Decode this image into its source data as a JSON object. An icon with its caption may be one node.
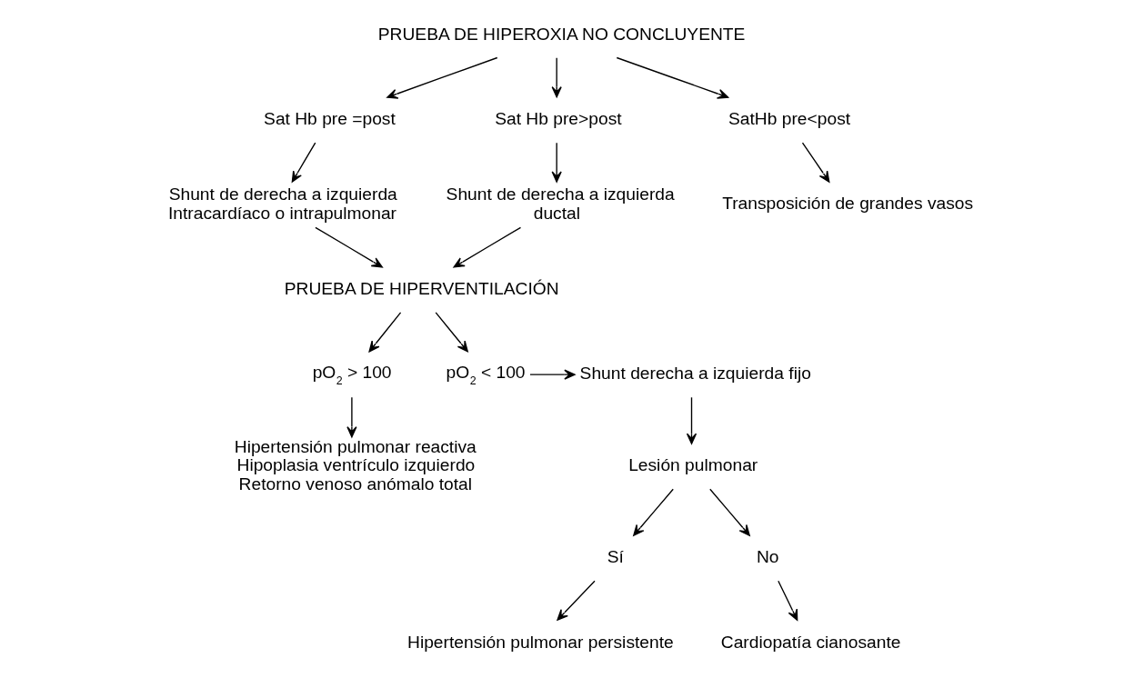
{
  "diagram": {
    "nodes": [
      {
        "text": [
          "PRUEBA DE HIPEROXIA NO CONCLUYENTE"
        ]
      },
      {
        "text": [
          "Sat Hb pre =post"
        ]
      },
      {
        "text": [
          "Sat Hb pre>post"
        ]
      },
      {
        "text": [
          "SatHb pre<post"
        ]
      },
      {
        "text": [
          "Shunt de derecha a izquierda Intracardíaco o intrapulmonar"
        ]
      },
      {
        "text": [
          "Shunt de derecha a izquierda ductal"
        ]
      },
      {
        "text": [
          "Transposición de grandes vasos"
        ]
      },
      {
        "text": [
          "PRUEBA DE HIPERVENTILACIÓN"
        ]
      },
      {
        "text": [
          "pO$_{2}$ > 100"
        ]
      },
      {
        "text": [
          "pO$_{2}$ < 100"
        ]
      },
      {
        "text": [
          "Shunt derecha a izquierda fijo"
        ]
      },
      {
        "text": [
          "Hipertensión pulmonar reactiva",
          "Hipoplasia ventrículo izquierdo",
          "Retorno venoso anómalo total"
        ]
      },
      {
        "text": [
          "Lesión pulmonar"
        ]
      },
      {
        "text": [
          "Sí"
        ]
      },
      {
        "text": [
          "No"
        ]
      },
      {
        "text": [
          "Hipertensión pulmonar persistente"
        ]
      },
      {
        "text": [
          "Cardiopatía cianosante"
        ]
      }
    ],
    "edges": [
      {
        "from": 0,
        "to": 1,
        "arrow": "to"
      },
      {
        "from": 0,
        "to": 2,
        "arrow": "to"
      },
      {
        "from": 0,
        "to": 3,
        "arrow": "to"
      },
      {
        "from": 1,
        "to": 4,
        "arrow": "to"
      },
      {
        "from": 2,
        "to": 5,
        "arrow": "to"
      },
      {
        "from": 3,
        "to": 6,
        "arrow": "to"
      },
      {
        "from": 4,
        "to": 7,
        "arrow": "to"
      },
      {
        "from": 5,
        "to": 7,
        "arrow": "to"
      },
      {
        "from": 7,
        "to": 8,
        "arrow": "to"
      },
      {
        "from": 7,
        "to": 9,
        "arrow": "to"
      },
      {
        "from": 8,
        "to": 11,
        "arrow": "to"
      },
      {
        "from": 9,
        "to": 10,
        "arrow": "to"
      },
      {
        "from": 10,
        "to": 12,
        "arrow": "to"
      },
      {
        "from": 12,
        "to": 13,
        "arrow": "to"
      },
      {
        "from": 12,
        "to": 14,
        "arrow": "to"
      },
      {
        "from": 13,
        "to": 15,
        "arrow": "to"
      },
      {
        "from": 14,
        "to": 16,
        "arrow": "to"
      }
    ]
  }
}
